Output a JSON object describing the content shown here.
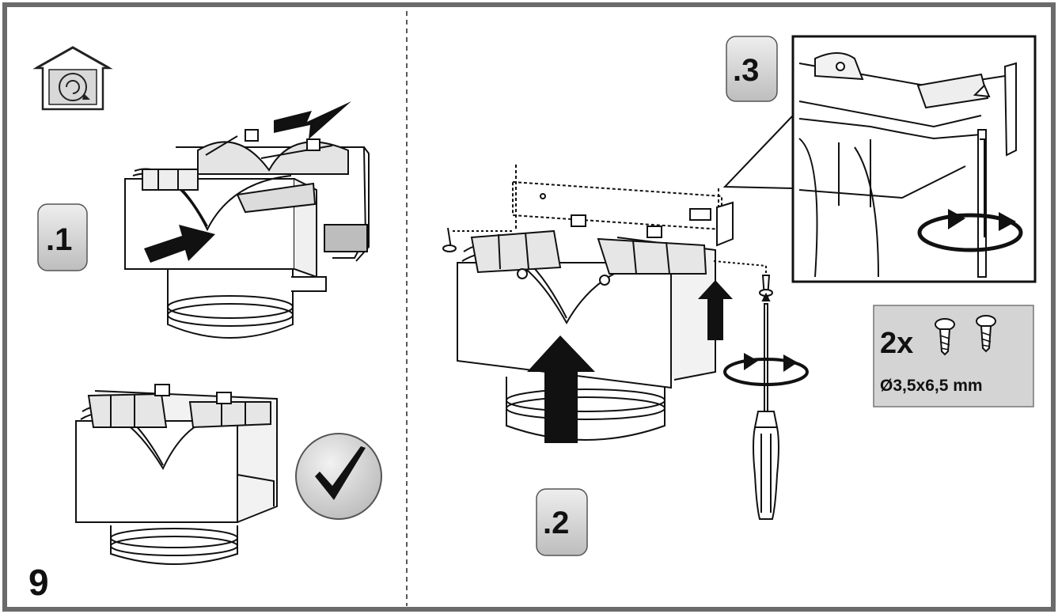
{
  "steps": {
    "step1": ".1",
    "step2": ".2",
    "step3": ".3"
  },
  "page_number": "9",
  "screw_spec": {
    "quantity": "2x",
    "size": "Ø3,5x6,5 mm"
  },
  "icons": {
    "recirculation_mode": "recirculation-house-icon",
    "confirmation": "checkmark-icon"
  },
  "colors": {
    "frame": "#6b6b6b",
    "badge_fill": "#d9d9d9",
    "spec_fill": "#d4d4d4",
    "line": "#111111"
  }
}
